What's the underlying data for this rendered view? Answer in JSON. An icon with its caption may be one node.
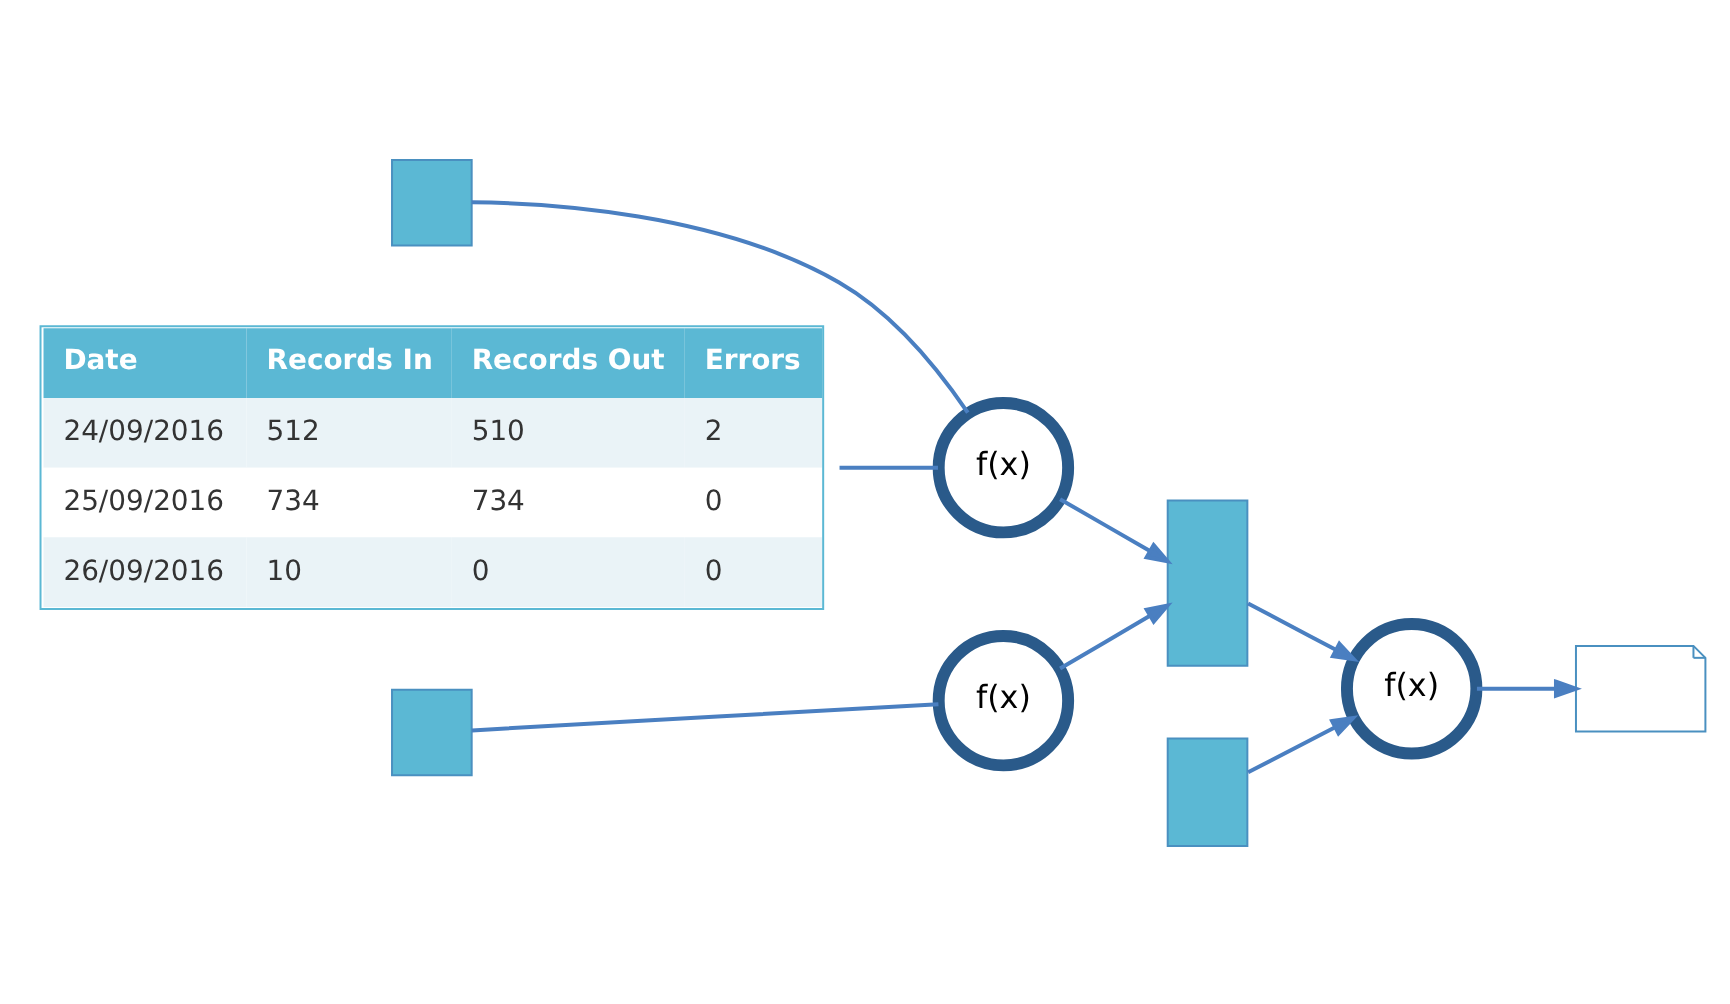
{
  "diagram": {
    "nodes": [
      {
        "text": [],
        "shape": "box"
      },
      {
        "text": [
          "f(x)"
        ]
      },
      {
        "text": [],
        "shape": "box"
      },
      {
        "text": [],
        "shape": "box"
      },
      {
        "text": [
          "f(x)"
        ]
      },
      {
        "text": [],
        "shape": "box"
      },
      {
        "text": [
          "f(x)"
        ]
      },
      {
        "text": [],
        "shape": "document"
      },
      {
        "text": [
          "Date",
          "Records In",
          "Records Out",
          "Errors",
          "24/09/2016",
          "512",
          "510",
          "2",
          "25/09/2016",
          "734",
          "734",
          "0",
          "26/09/2016",
          "10",
          "0",
          "0"
        ]
      }
    ],
    "edges": [
      {
        "from": 0,
        "to": 1,
        "arrow": "none"
      },
      {
        "from": 1,
        "to": 2,
        "arrow": "to"
      },
      {
        "from": 3,
        "to": 4,
        "arrow": "none"
      },
      {
        "from": 4,
        "to": 2,
        "arrow": "to"
      },
      {
        "from": 2,
        "to": 6,
        "arrow": "to"
      },
      {
        "from": 5,
        "to": 6,
        "arrow": "to"
      },
      {
        "from": 6,
        "to": 7,
        "arrow": "to"
      },
      {
        "from": 8,
        "to": 1,
        "arrow": "none"
      }
    ]
  }
}
